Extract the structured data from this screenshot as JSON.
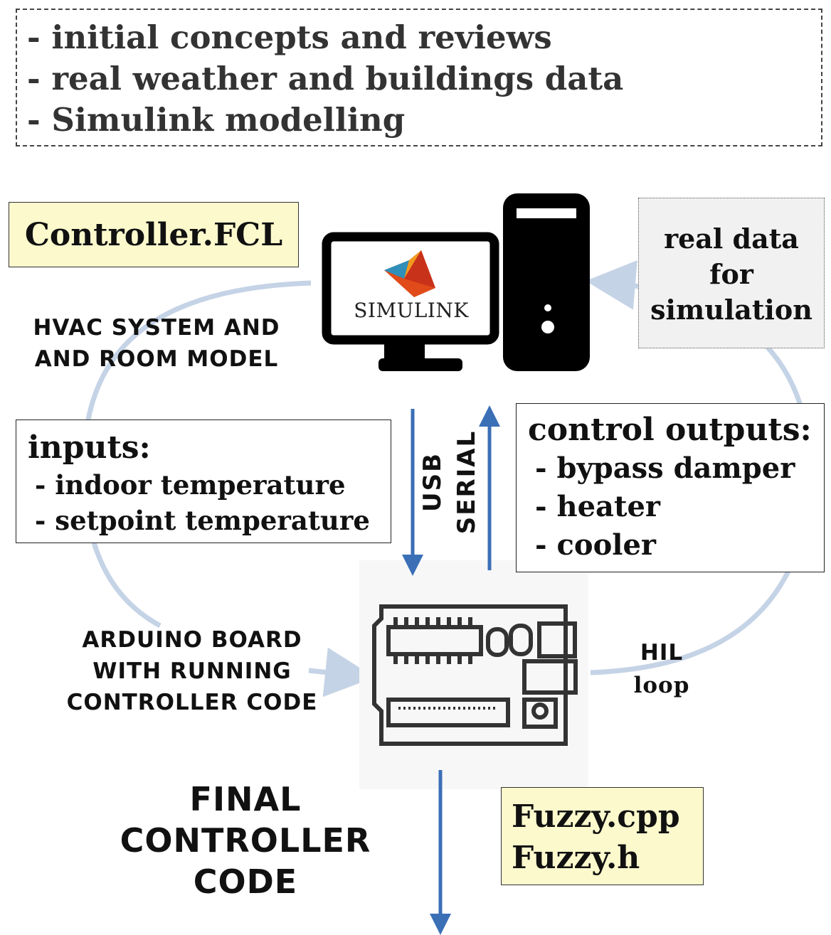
{
  "notes": {
    "items": [
      "- initial concepts and reviews",
      "- real weather and buildings data",
      "- Simulink modelling"
    ]
  },
  "files": {
    "controller_fcl": "Controller.FCL",
    "fuzzy_cpp": "Fuzzy.cpp",
    "fuzzy_h": "Fuzzy.h"
  },
  "real_data": {
    "lines": [
      "real data",
      "for",
      "simulation"
    ]
  },
  "captions": {
    "hvac": [
      "HVAC SYSTEM AND",
      "AND ROOM MODEL"
    ],
    "arduino": [
      "ARDUINO BOARD",
      "WITH RUNNING",
      "CONTROLLER CODE"
    ],
    "hil": [
      "HIL",
      "loop"
    ],
    "usb": "USB",
    "serial": "SERIAL"
  },
  "inputs": {
    "title": "inputs:",
    "items": [
      "- indoor temperature",
      "- setpoint temperature"
    ]
  },
  "outputs": {
    "title": "control outputs:",
    "items": [
      "- bypass damper",
      "- heater",
      "- cooler"
    ]
  },
  "final": [
    "FINAL",
    "CONTROLLER",
    "CODE"
  ],
  "monitor_logo": "SIMULINK",
  "colors": {
    "arrow": "#3b6fb6",
    "loop": "#c5d3e6",
    "file_box": "#fcfacd",
    "real_data_box": "#f1f1f1"
  }
}
